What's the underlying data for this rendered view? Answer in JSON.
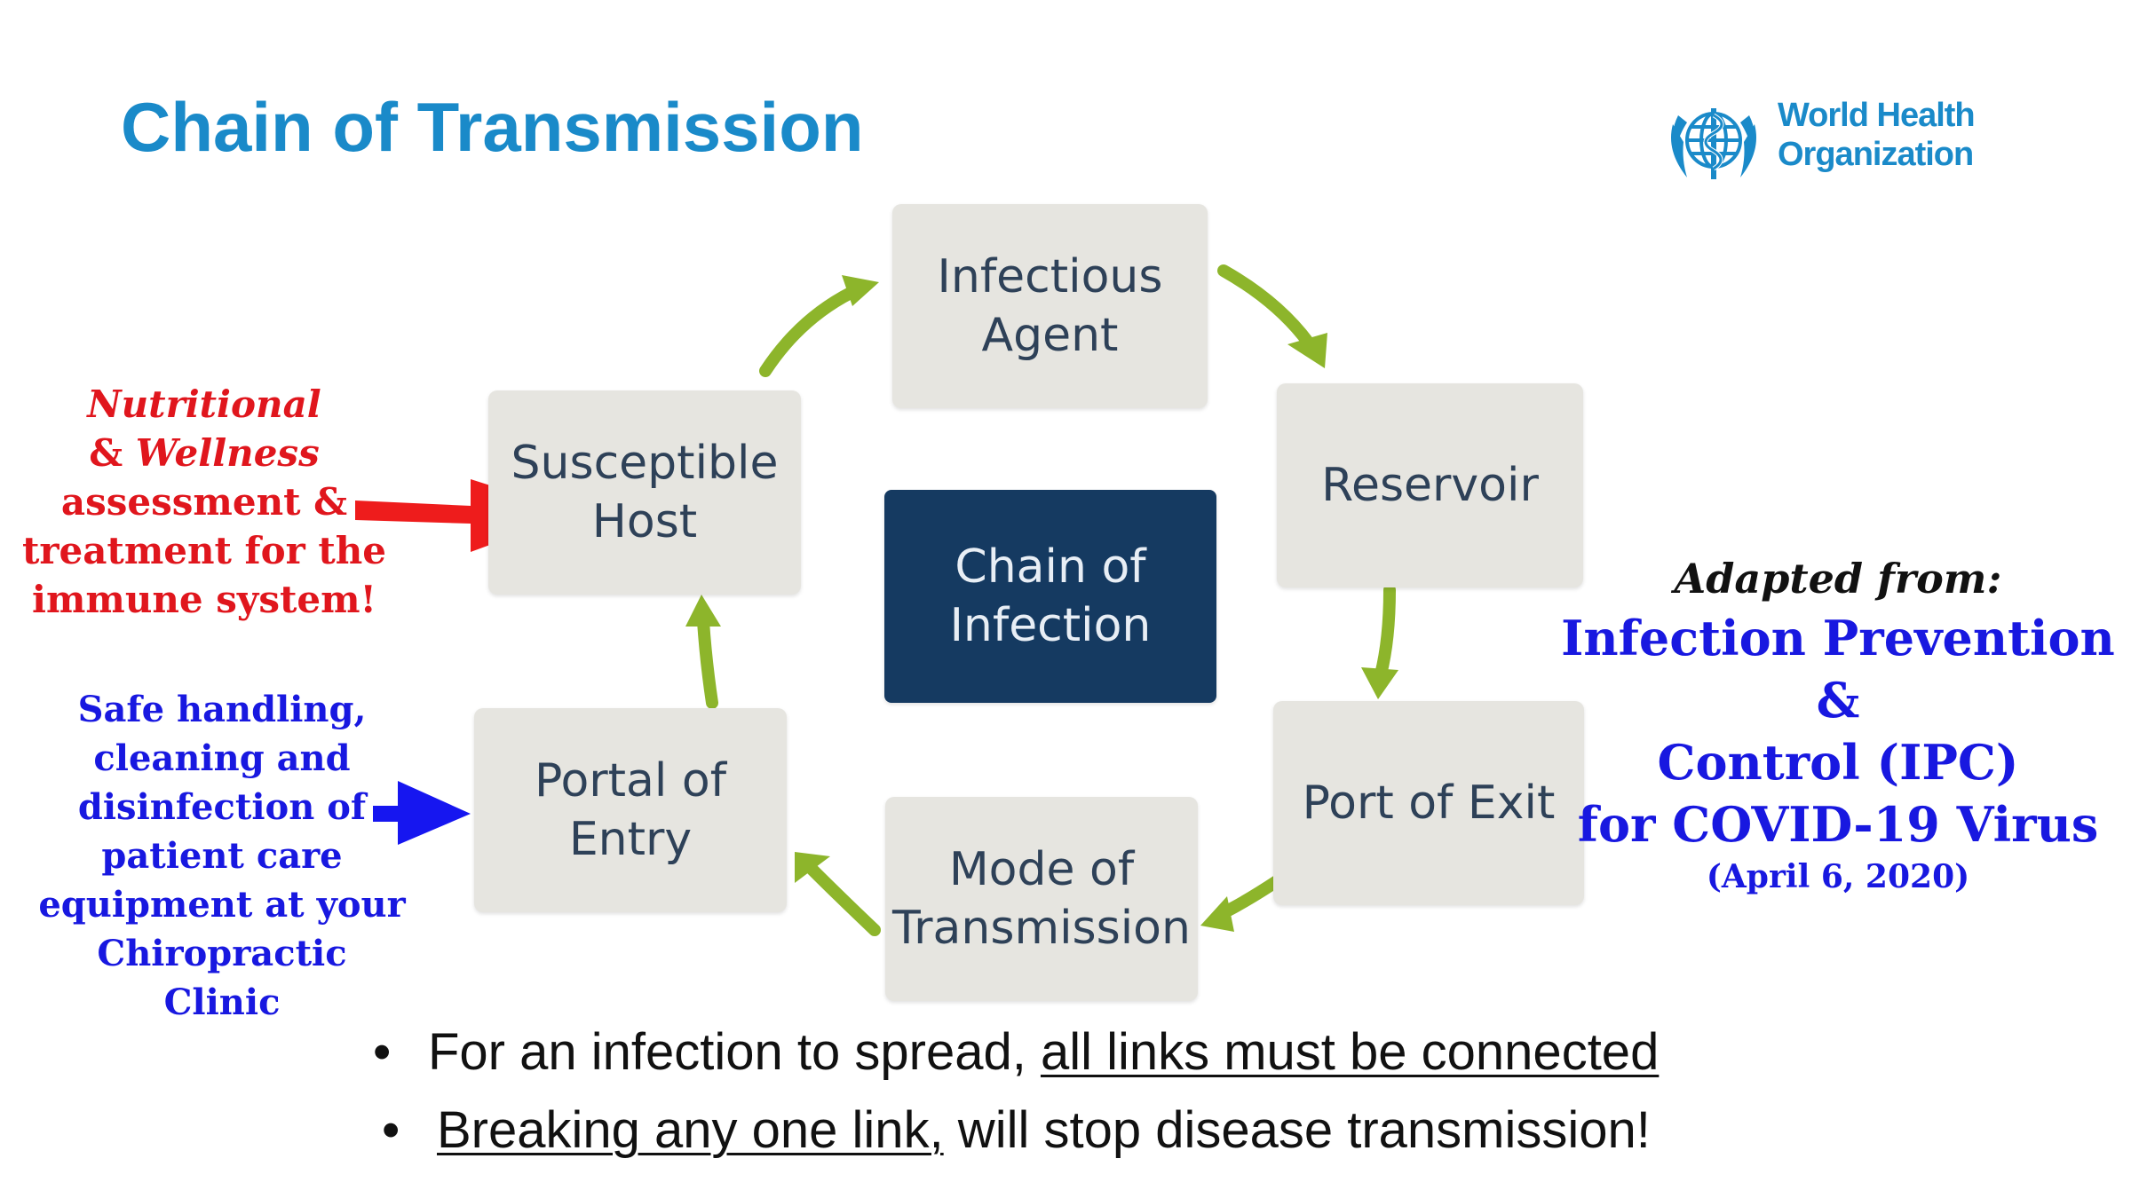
{
  "title": "Chain of Transmission",
  "logo": {
    "line1": "World Health",
    "line2": "Organization",
    "icon": "who-emblem-icon",
    "color": "#1a8ac9"
  },
  "diagram": {
    "center": "Chain of\nInfection",
    "nodes": {
      "infectious_agent": "Infectious\nAgent",
      "reservoir": "Reservoir",
      "port_of_exit": "Port of Exit",
      "mode_of_transmission": "Mode of\nTransmission",
      "portal_of_entry": "Portal of Entry",
      "susceptible_host": "Susceptible\nHost"
    },
    "arrow_color": "#8db52b",
    "box_color": "#e6e5e0",
    "center_color": "#153a61"
  },
  "annotations": {
    "host_note": {
      "part1": "Nutritional",
      "part2": "& ",
      "part3": "Wellness",
      "part4": "assessment &",
      "part5": "treatment for the",
      "part6": "immune system!",
      "color": "#e0161d"
    },
    "entry_note": {
      "lines": [
        "Safe handling,",
        "cleaning and",
        "disinfection of",
        "patient care",
        "equipment at your",
        "Chiropractic",
        "Clinic"
      ],
      "color": "#1818e0"
    }
  },
  "adapted": {
    "lead": "Adapted from:",
    "line1": "Infection Prevention &",
    "line2": "Control (IPC)",
    "line3": "for COVID-19 Virus",
    "date": "(April 6, 2020)"
  },
  "bullets": {
    "symbol": "•",
    "b1_pre": "For an infection to spread, ",
    "b1_u": "all links must be connected",
    "b2_u": "Breaking any one link,",
    "b2_post": " will stop disease transmission!"
  }
}
